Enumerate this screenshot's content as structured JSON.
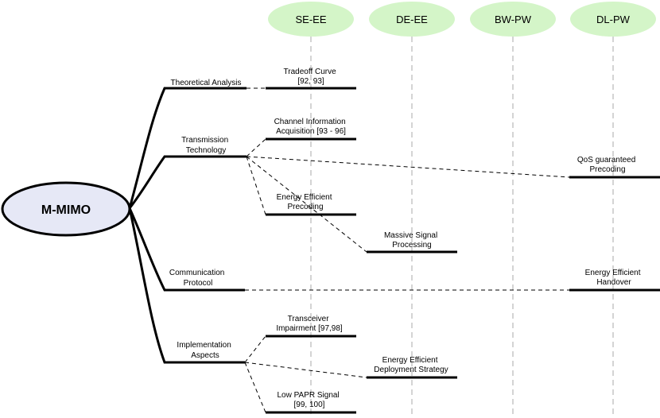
{
  "root": {
    "label": "M-MIMO"
  },
  "columns": [
    {
      "label": "SE-EE"
    },
    {
      "label": "DE-EE"
    },
    {
      "label": "BW-PW"
    },
    {
      "label": "DL-PW"
    }
  ],
  "branches": [
    {
      "label_lines": [
        "Theoretical Analysis"
      ]
    },
    {
      "label_lines": [
        "Transmission",
        "Technology"
      ]
    },
    {
      "label_lines": [
        "Communication",
        "Protocol"
      ]
    },
    {
      "label_lines": [
        "Implementation",
        "Aspects"
      ]
    }
  ],
  "leaves": [
    {
      "lines": [
        "Tradeoff Curve",
        "[92, 93]"
      ]
    },
    {
      "lines": [
        "Channel Information",
        "Acquisition [93 - 96]"
      ]
    },
    {
      "lines": [
        "QoS guaranteed",
        "Precoding"
      ]
    },
    {
      "lines": [
        "Energy Efficient",
        "Precoding"
      ]
    },
    {
      "lines": [
        "Massive Signal",
        "Processing"
      ]
    },
    {
      "lines": [
        "Energy Efficient",
        "Handover"
      ]
    },
    {
      "lines": [
        "Transceiver",
        "Impairment [97,98]"
      ]
    },
    {
      "lines": [
        "Energy Efficient",
        "Deployment Strategy"
      ]
    },
    {
      "lines": [
        "Low PAPR Signal",
        "[99, 100]"
      ]
    }
  ],
  "colors": {
    "column_fill": "#d4f5c8",
    "root_fill": "#e6e8f6",
    "line": "#000000",
    "guide": "#a8a8a8"
  }
}
